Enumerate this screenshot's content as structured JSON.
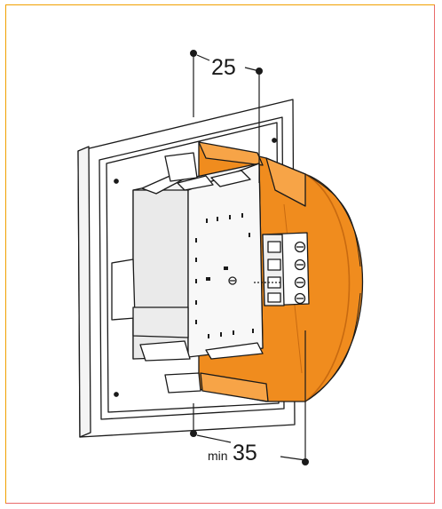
{
  "dimensions": {
    "top_value": "25",
    "bottom_prefix": "min",
    "bottom_value": "35"
  },
  "colors": {
    "frame_border": "#f0a000",
    "frame_border_alt": "#e86a6a",
    "housing_orange": "#f08c1e",
    "housing_orange_dark": "#c86a10",
    "outline": "#1a1a1a",
    "body_grey": "#f3f3f3"
  }
}
